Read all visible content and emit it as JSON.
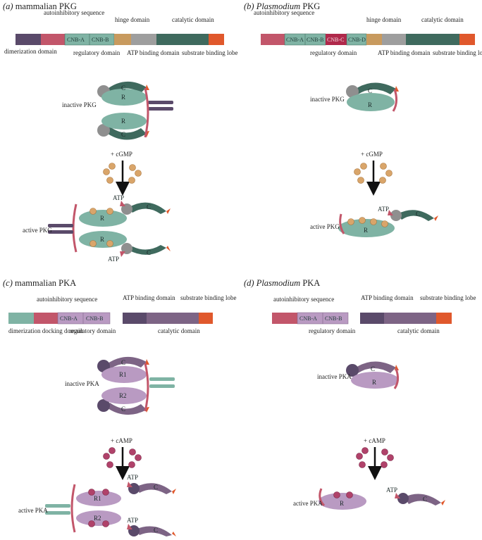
{
  "colors": {
    "dim": "#5a4a6a",
    "autoinh": "#c2566a",
    "cnb_pkg": "#7fb3a4",
    "cnbc": "#b0294b",
    "hinge": "#c89a5e",
    "atp_dom": "#9e9e9e",
    "cat_pkg": "#3f6a5e",
    "sub": "#e0582c",
    "cnb_pka": "#b99ac2",
    "cat_pka": "#7d6485",
    "dim_pka": "#7fb3a4",
    "cgmp": "#d9a56a",
    "camp": "#b0426a",
    "r_pkg": "#7fb3a4",
    "r_pka": "#b99ac2"
  },
  "panel_a": {
    "title_letter": "(a)",
    "title_text": "mammalian PKG",
    "autoinh": "autoinhibitory sequence",
    "hinge": "hinge domain",
    "catalytic": "catalytic domain",
    "cnb_a": "CNB-A",
    "cnb_b": "CNB-B",
    "dimer": "dimerization domain",
    "regulatory": "regulatory domain",
    "atp_binding": "ATP binding domain",
    "substrate": "substrate binding lobe",
    "inactive": "inactive PKG",
    "active": "active PKG",
    "messenger": "+ cGMP",
    "c": "C",
    "r": "R",
    "atp": "ATP"
  },
  "panel_b": {
    "title_letter": "(b)",
    "title_italic": "Plasmodium",
    "title_text": "PKG",
    "autoinh": "autoinhibitory sequence",
    "hinge": "hinge domain",
    "catalytic": "catalytic domain",
    "cnb_a": "CNB-A",
    "cnb_b": "CNB-B",
    "cnb_c": "CNB-C",
    "cnb_d": "CNB-D",
    "regulatory": "regulatory domain",
    "atp_binding": "ATP binding domain",
    "substrate": "substrate binding lobe",
    "inactive": "inactive PKG",
    "active": "active PKG",
    "messenger": "+ cGMP",
    "c": "C",
    "r": "R",
    "atp": "ATP"
  },
  "panel_c": {
    "title_letter": "(c)",
    "title_text": "mammalian PKA",
    "autoinh": "autoinhibitory sequence",
    "atp_binding": "ATP binding domain",
    "substrate": "substrate binding lobe",
    "cnb_a": "CNB-A",
    "cnb_b": "CNB-B",
    "dimer": "dimerization docking domain",
    "regulatory": "regulatory domain",
    "catalytic": "catalytic domain",
    "inactive": "inactive PKA",
    "active": "active PKA",
    "messenger": "+ cAMP",
    "c": "C",
    "r1": "R1",
    "r2": "R2",
    "atp": "ATP"
  },
  "panel_d": {
    "title_letter": "(d)",
    "title_italic": "Plasmodium",
    "title_text": "PKA",
    "autoinh": "autoinhibitory sequence",
    "atp_binding": "ATP binding domain",
    "substrate": "substrate binding lobe",
    "cnb_a": "CNB-A",
    "cnb_b": "CNB-B",
    "regulatory": "regulatory domain",
    "catalytic": "catalytic domain",
    "inactive": "inactive PKA",
    "active": "active PKA",
    "messenger": "+ cAMP",
    "c": "C",
    "r": "R",
    "atp": "ATP"
  }
}
